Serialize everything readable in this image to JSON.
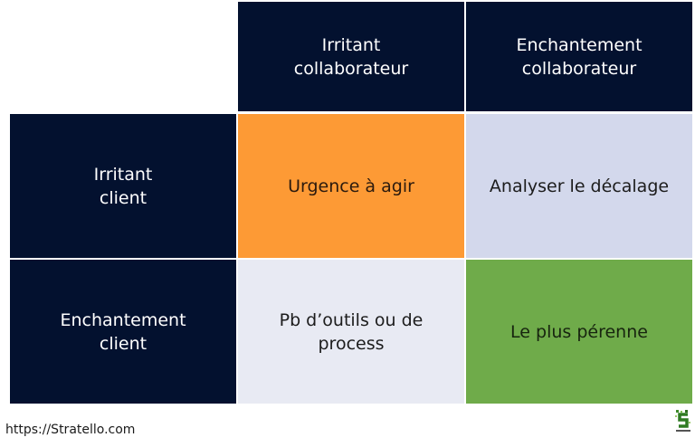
{
  "matrix": {
    "column_headers": [
      {
        "line1": "Irritant",
        "line2": "collaborateur"
      },
      {
        "line1": "Enchantement",
        "line2": "collaborateur"
      }
    ],
    "row_headers": [
      {
        "line1": "Irritant",
        "line2": "client"
      },
      {
        "line1": "Enchantement",
        "line2": "client"
      }
    ],
    "cells": [
      [
        {
          "line1": "Urgence à agir",
          "line2": "",
          "color": "#fd9a35"
        },
        {
          "line1": "Analyser le décalage",
          "line2": "",
          "color": "#d3d8ec"
        }
      ],
      [
        {
          "line1": "Pb d’outils ou de",
          "line2": "process",
          "color": "#e8eaf3"
        },
        {
          "line1": "Le plus pérenne",
          "line2": "",
          "color": "#6fab4a"
        }
      ]
    ],
    "header_color": "#03112f"
  },
  "footer": {
    "url": "https://Stratello.com",
    "logo_icon": "stratello-logo-icon"
  }
}
